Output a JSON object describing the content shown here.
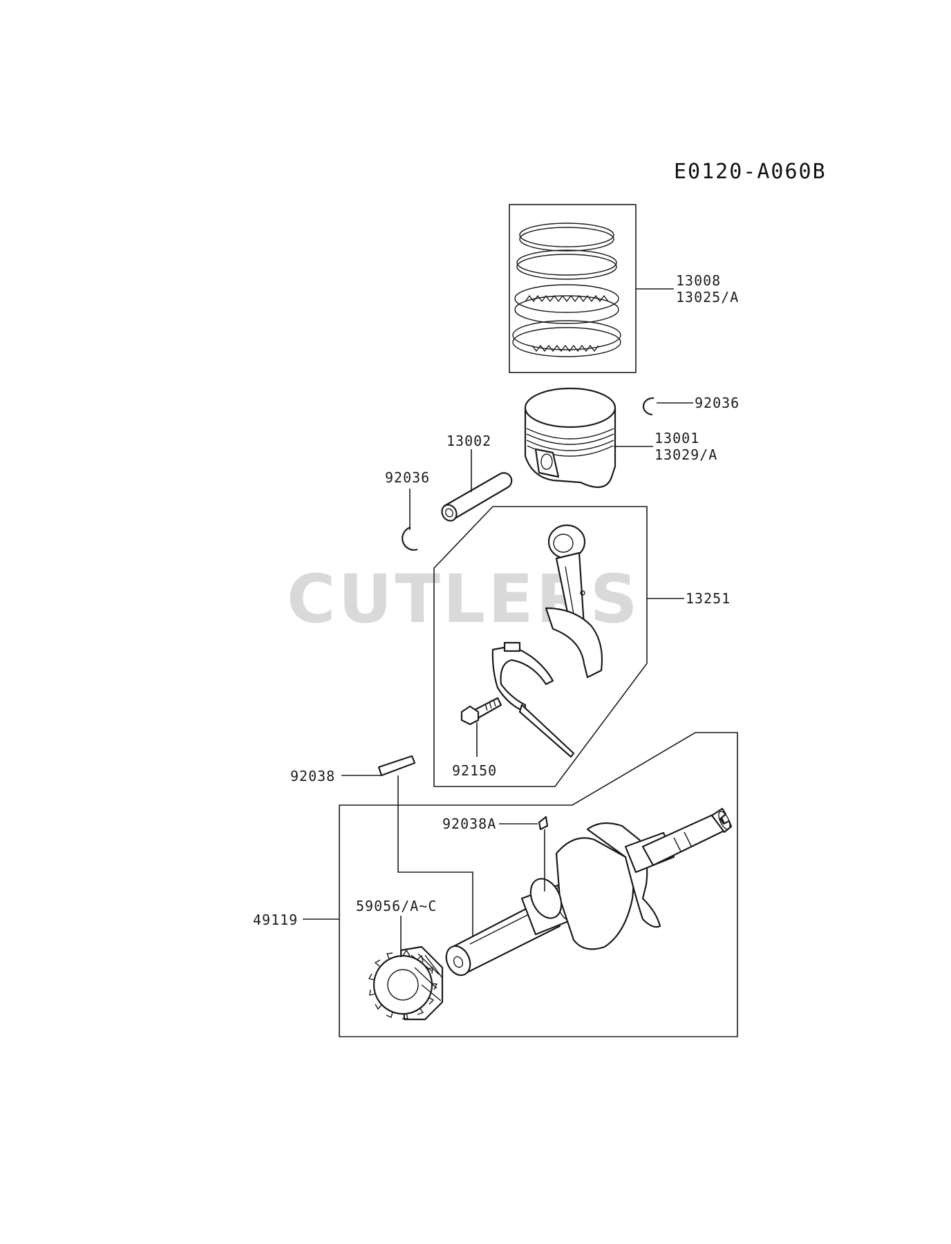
{
  "diagram_code": "E0120-A060B",
  "watermark": "CUTLERS",
  "callouts": {
    "piston_ring_set": [
      "13008",
      "13025/A"
    ],
    "snap_ring_right": "92036",
    "piston": [
      "13001",
      "13029/A"
    ],
    "piston_pin": "13002",
    "snap_ring_left": "92036",
    "connecting_rod": "13251",
    "rod_bolt": "92150",
    "key": "92038",
    "key_a": "92038A",
    "crankshaft": "49119",
    "gear": "59056/A~C"
  }
}
